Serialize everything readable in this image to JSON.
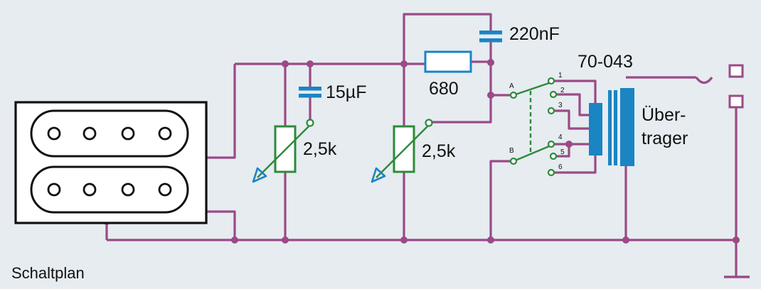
{
  "labels": {
    "capacitor_top": "220nF",
    "capacitor_left": "15µF",
    "resistor": "680",
    "pot_left": "2,5k",
    "pot_right": "2,5k",
    "transformer_id": "70-043",
    "transformer_line1": "Über-",
    "transformer_line2": "trager",
    "switch_a": "A",
    "switch_b": "B",
    "taps": [
      "1",
      "2",
      "3",
      "4",
      "5",
      "6"
    ],
    "caption": "Schaltplan"
  },
  "colors": {
    "background": "#e6ecf0",
    "wire": "#9b4a86",
    "component": "#1b84c3",
    "switch": "#2d8a3a",
    "pickup_border": "#111111"
  },
  "icons": {
    "pickup": "humbucker-pickup-icon",
    "jack": "output-jack-icon",
    "ground": "ground-icon"
  }
}
